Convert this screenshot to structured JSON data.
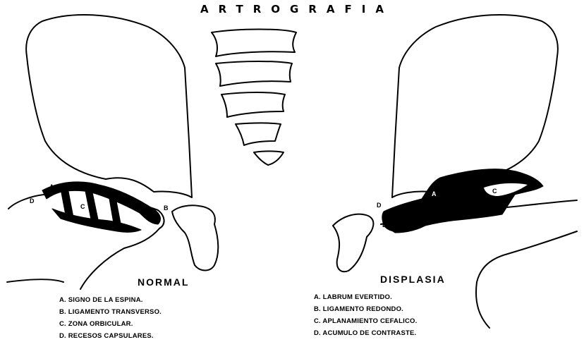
{
  "title": "ARTROGRAFIA",
  "normal": {
    "title": "NORMAL",
    "markers": {
      "a": "A",
      "b": "B",
      "c": "C",
      "d": "D"
    },
    "legend": [
      "A. SIGNO DE LA ESPINA.",
      "B. LIGAMENTO TRANSVERSO.",
      "C. ZONA ORBICULAR.",
      "D. RECESOS CAPSULARES."
    ]
  },
  "displasia": {
    "title": "DISPLASIA",
    "markers": {
      "a": "A",
      "b": "B",
      "c": "C",
      "d": "D"
    },
    "legend": [
      "A. LABRUM EVERTIDO.",
      "B. LIGAMENTO REDONDO.",
      "C. APLANAMIENTO CEFALICO.",
      "D. ACUMULO DE CONTRASTE."
    ]
  }
}
